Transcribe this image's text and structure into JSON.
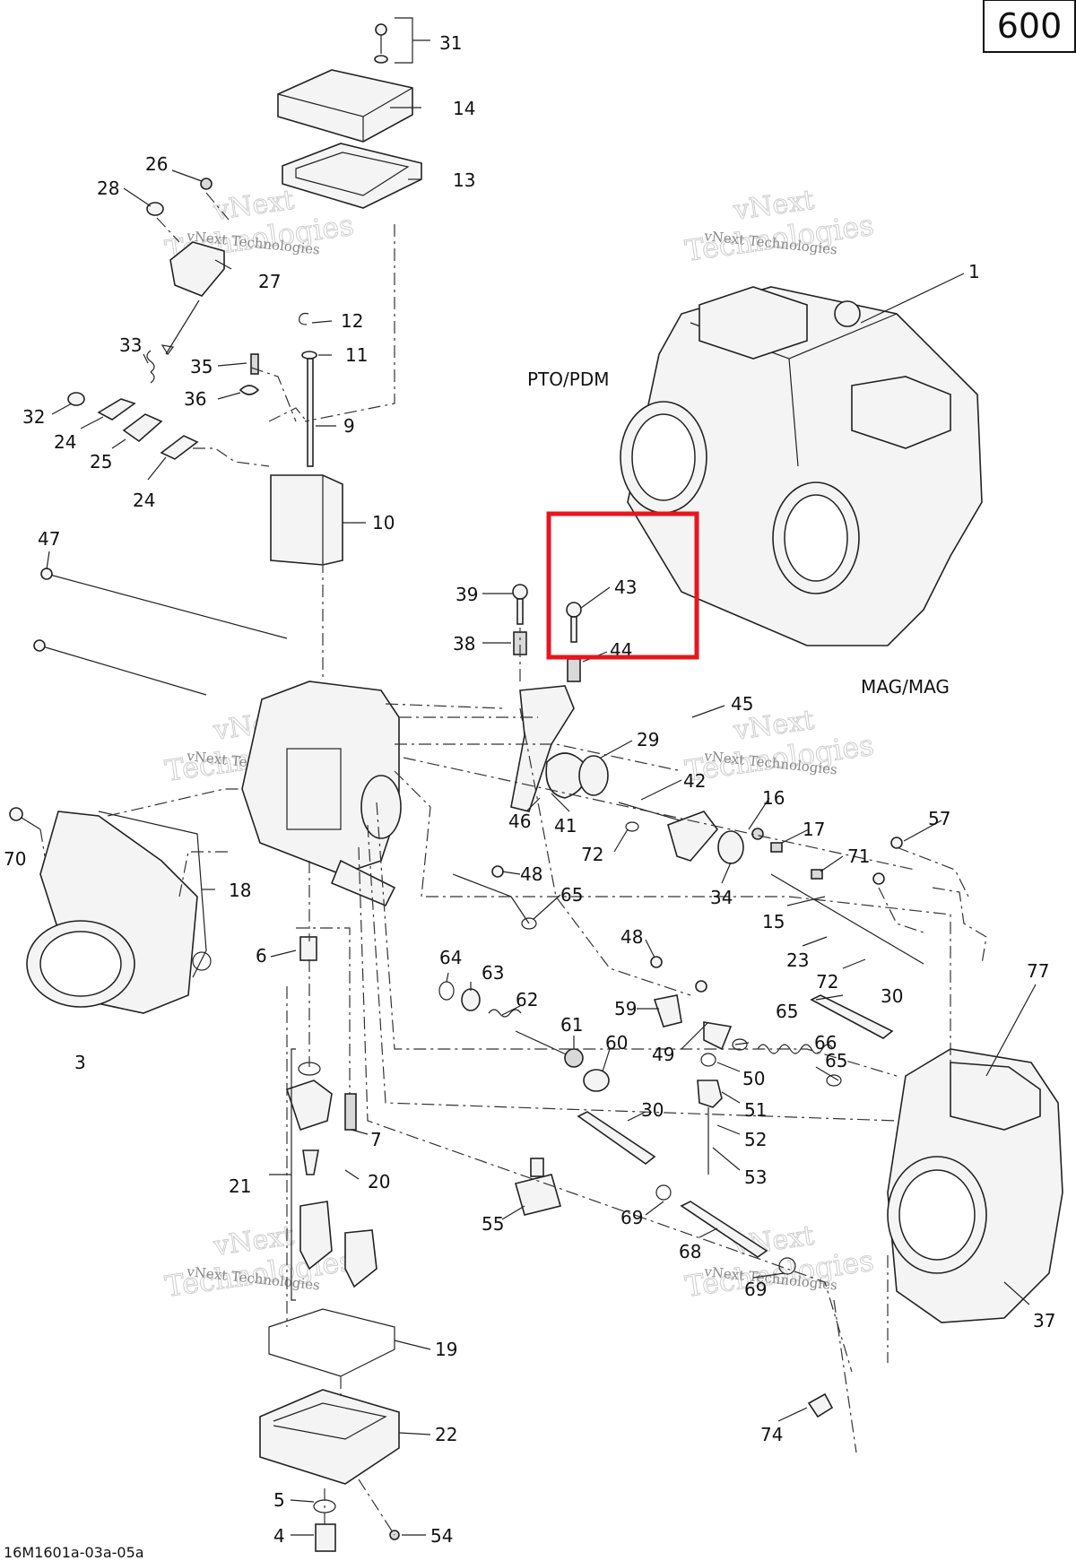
{
  "page_number": "600",
  "drawing_code": "16M1601a-03a-05a",
  "section_labels": {
    "pto_pdm": "PTO/PDM",
    "mag_mag": "MAG/MAG"
  },
  "watermark": {
    "line1": "vNext",
    "line2": "Technologies",
    "small": "vNext Technologies"
  },
  "highlight_color": "#e8141e",
  "callouts": [
    "31",
    "14",
    "13",
    "26",
    "28",
    "27",
    "1",
    "33",
    "12",
    "11",
    "35",
    "9",
    "36",
    "32",
    "24",
    "25",
    "24",
    "10",
    "47",
    "39",
    "43",
    "38",
    "44",
    "45",
    "29",
    "42",
    "16",
    "17",
    "71",
    "57",
    "46",
    "41",
    "72",
    "70",
    "18",
    "34",
    "48",
    "65",
    "15",
    "6",
    "48",
    "64",
    "63",
    "23",
    "72",
    "62",
    "61",
    "59",
    "60",
    "65",
    "30",
    "49",
    "66",
    "3",
    "77",
    "50",
    "65",
    "51",
    "30",
    "7",
    "52",
    "20",
    "53",
    "21",
    "55",
    "69",
    "68",
    "69",
    "37",
    "19",
    "74",
    "22",
    "5",
    "54",
    "4"
  ]
}
